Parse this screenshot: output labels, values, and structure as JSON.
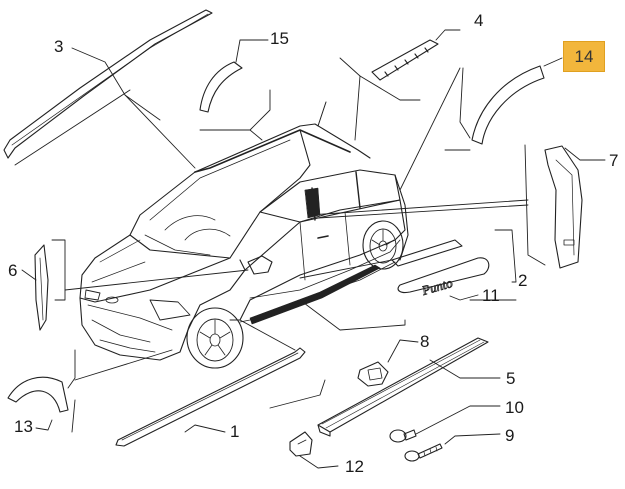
{
  "callouts": {
    "n1": "1",
    "n2": "2",
    "n3": "3",
    "n4": "4",
    "n5": "5",
    "n6": "6",
    "n7": "7",
    "n8": "8",
    "n9": "9",
    "n10": "10",
    "n11": "11",
    "n12": "12",
    "n13": "13",
    "n14": "14",
    "n15": "15"
  },
  "badge_text": "Punto",
  "colors": {
    "highlight": "#f2b63c",
    "stroke": "#222222",
    "background": "#ffffff"
  }
}
